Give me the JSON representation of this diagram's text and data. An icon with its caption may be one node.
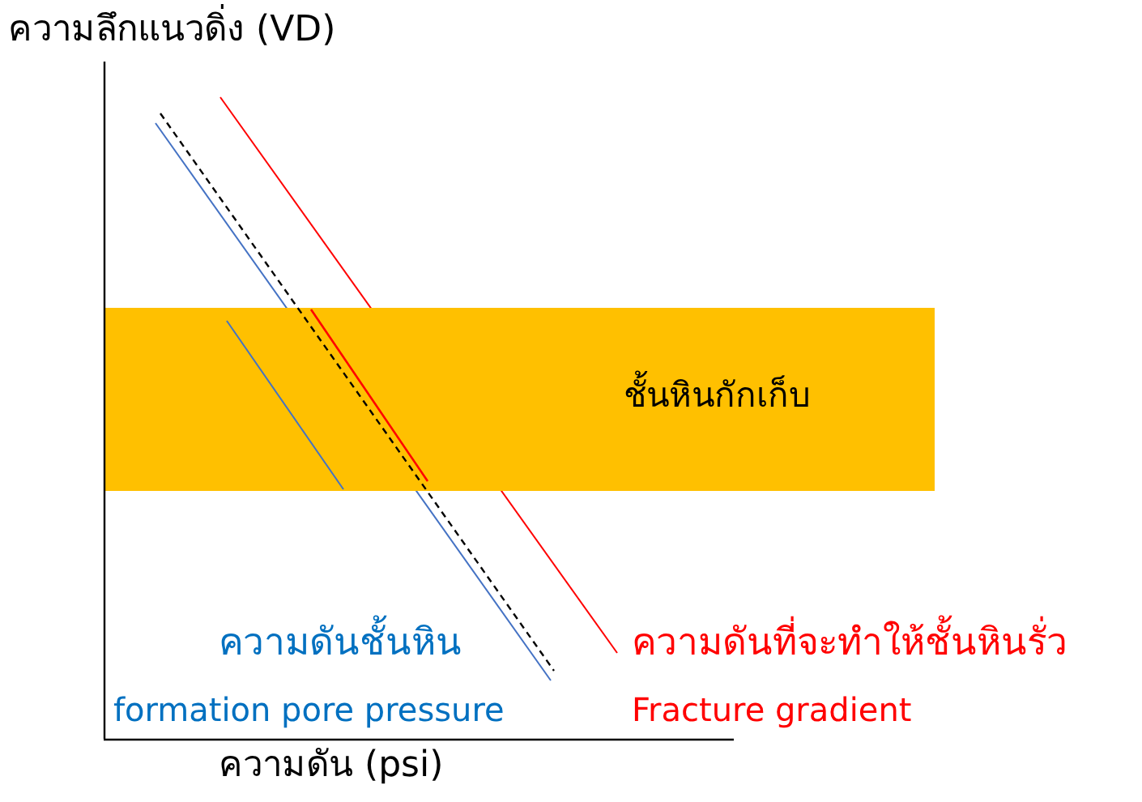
{
  "diagram": {
    "nodes": [
      {
        "text": [
          "ชั้นหินกักเก็บ"
        ]
      }
    ],
    "labels": [
      "ความลึกแนวดิ่ง (VD)",
      "ความดันชั้นหิน",
      "formation pore pressure",
      "ความดันที่จะทำให้ชั้นหินรั่ว",
      "Fracture gradient",
      "ความดัน (psi)"
    ]
  }
}
